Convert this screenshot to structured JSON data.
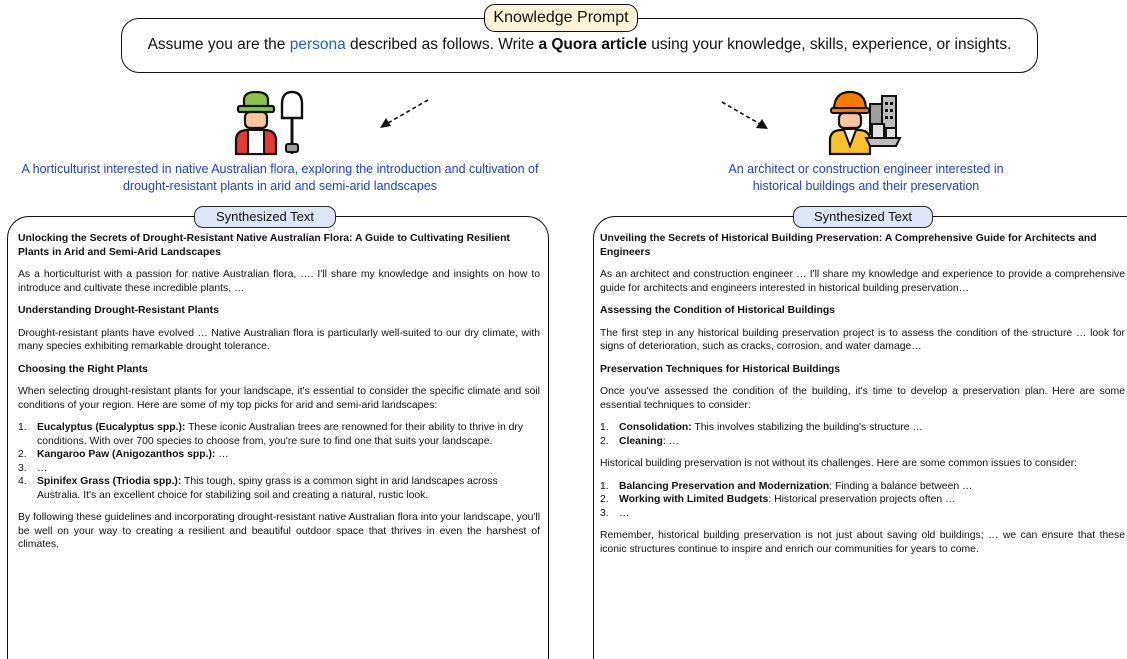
{
  "prompt": {
    "tab_label": "Knowledge Prompt",
    "text_before": "Assume you are the ",
    "persona_word": "persona",
    "text_middle": " described as follows. Write ",
    "bold_text": "a Quora article",
    "text_after": " using your knowledge, skills, experience, or insights."
  },
  "left": {
    "persona": "A horticulturist interested in native Australian flora, exploring the introduction and cultivation of drought-resistant plants in arid and semi-arid landscapes",
    "tab_label": "Synthesized Text",
    "title": "Unlocking the Secrets of Drought-Resistant Native Australian Flora: A Guide to Cultivating Resilient Plants in Arid and Semi-Arid Landscapes",
    "intro": "As a horticulturist with a passion for native Australian flora, …. I'll share my knowledge and insights on how to introduce and cultivate these incredible plants, …",
    "h1": "Understanding Drought-Resistant Plants",
    "p1": "Drought-resistant plants have evolved … Native Australian flora is particularly well-suited to our dry climate, with many species exhibiting remarkable drought tolerance.",
    "h2": "Choosing the Right Plants",
    "p2": "When selecting drought-resistant plants for your landscape, it's essential to consider the specific climate and soil conditions of your region. Here are some of my top picks for arid and semi-arid landscapes:",
    "list": [
      {
        "num": "1.",
        "bold": "Eucalyptus (Eucalyptus spp.):",
        "text": " These iconic Australian trees are renowned for their ability to thrive in dry conditions. With over 700 species to choose from, you're sure to find one that suits your landscape."
      },
      {
        "num": "2.",
        "bold": "Kangaroo Paw (Anigozanthos spp.):",
        "text": " …"
      },
      {
        "num": "3.",
        "bold": "",
        "text": "…"
      },
      {
        "num": "4.",
        "bold": "Spinifex Grass (Triodia spp.):",
        "text": " This tough, spiny grass is a common sight in arid landscapes across Australia. It's an excellent choice for stabilizing soil and creating a natural, rustic look."
      }
    ],
    "outro": "By following these guidelines and incorporating drought-resistant native Australian flora into your landscape, you'll be well on your way to creating a resilient and beautiful outdoor space that thrives in even the harshest of climates."
  },
  "right": {
    "persona": "An architect or construction engineer interested in historical buildings and their preservation",
    "tab_label": "Synthesized Text",
    "title": "Unveiling the Secrets of Historical Building Preservation: A Comprehensive Guide for Architects and Engineers",
    "intro": "As an architect and construction engineer … I'll share my knowledge and experience to provide a comprehensive guide for architects and engineers interested in historical building preservation…",
    "h1": "Assessing the Condition of Historical Buildings",
    "p1": "The first step in any historical building preservation project is to assess the condition of the structure … look for signs of deterioration, such as cracks, corrosion, and water damage…",
    "h2": "Preservation Techniques for Historical Buildings",
    "p2": "Once you've assessed the condition of the building, it's time to develop a preservation plan. Here are some essential techniques to consider:",
    "list1": [
      {
        "num": "1.",
        "bold": "Consolidation:",
        "text": " This involves stabilizing the building's structure …"
      },
      {
        "num": "2.",
        "bold": "Cleaning",
        "text": ": …"
      }
    ],
    "p3": "Historical building preservation is not without its challenges. Here are some common issues to consider:",
    "list2": [
      {
        "num": "1.",
        "bold": "Balancing Preservation and Modernization",
        "text": ": Finding a balance between …"
      },
      {
        "num": "2.",
        "bold": "Working with Limited Budgets",
        "text": ": Historical preservation projects often …"
      },
      {
        "num": "3.",
        "bold": "",
        "text": "…"
      }
    ],
    "outro": "Remember, historical building preservation is not just about saving old buildings; … we can ensure that these iconic structures continue to inspire and enrich our communities for years to come."
  },
  "icons": {
    "left": "gardener-with-shovel-icon",
    "right": "engineer-with-buildings-icon"
  },
  "colors": {
    "persona_blue": "#1f3fd0",
    "prompt_tab_bg": "#fdf3d6",
    "synth_tab_bg": "#dde6f6"
  }
}
